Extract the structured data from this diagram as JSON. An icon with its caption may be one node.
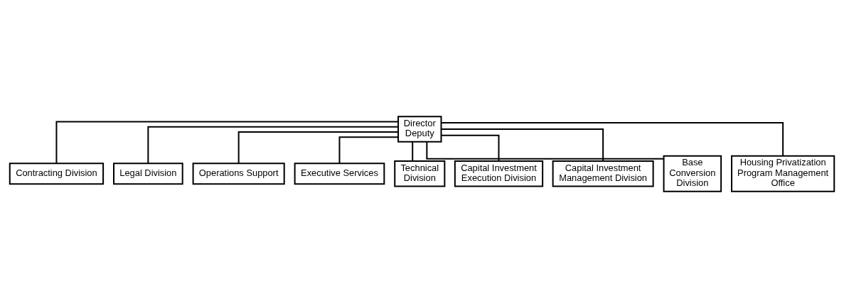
{
  "diagram": {
    "nodes": [
      {
        "text": [
          "Director",
          "Deputy"
        ]
      },
      {
        "text": [
          "Contracting Division"
        ]
      },
      {
        "text": [
          "Legal Division"
        ]
      },
      {
        "text": [
          "Operations Support"
        ]
      },
      {
        "text": [
          "Executive Services"
        ]
      },
      {
        "text": [
          "Technical Division"
        ]
      },
      {
        "text": [
          "Capital Investment Execution Division"
        ]
      },
      {
        "text": [
          "Capital Investment Management Division"
        ]
      },
      {
        "text": [
          "Base Conversion Division"
        ]
      },
      {
        "text": [
          "Housing Privatization Program Management Office"
        ]
      }
    ],
    "edges": [
      {
        "from": 0,
        "to": 1,
        "arrow": "none"
      },
      {
        "from": 0,
        "to": 2,
        "arrow": "none"
      },
      {
        "from": 0,
        "to": 3,
        "arrow": "none"
      },
      {
        "from": 0,
        "to": 4,
        "arrow": "none"
      },
      {
        "from": 0,
        "to": 5,
        "arrow": "none"
      },
      {
        "from": 0,
        "to": 6,
        "arrow": "none"
      },
      {
        "from": 0,
        "to": 7,
        "arrow": "none"
      },
      {
        "from": 0,
        "to": 8,
        "arrow": "none"
      },
      {
        "from": 0,
        "to": 9,
        "arrow": "none"
      }
    ]
  }
}
